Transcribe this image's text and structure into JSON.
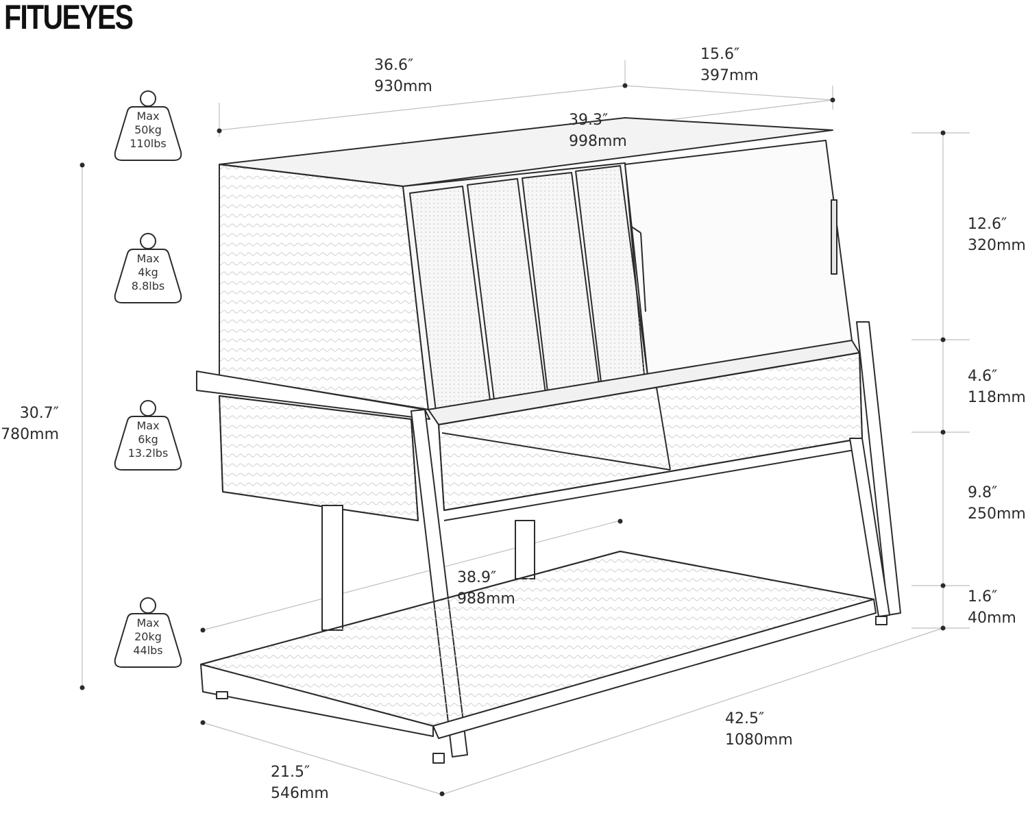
{
  "brand": {
    "part1": "FITU",
    "part2": "EYES"
  },
  "dimensions": {
    "width_top": {
      "in": "36.6″",
      "mm": "930mm"
    },
    "depth_top": {
      "in": "15.6″",
      "mm": "397mm"
    },
    "inner_width_top": {
      "in": "39.3″",
      "mm": "998mm"
    },
    "total_height": {
      "in": "30.7″",
      "mm": "780mm"
    },
    "upper_section": {
      "in": "12.6″",
      "mm": "320mm"
    },
    "middle_section": {
      "in": "4.6″",
      "mm": "118mm"
    },
    "lower_section": {
      "in": "9.8″",
      "mm": "250mm"
    },
    "foot_height": {
      "in": "1.6″",
      "mm": "40mm"
    },
    "inner_width_bottom": {
      "in": "38.9″",
      "mm": "988mm"
    },
    "width_bottom": {
      "in": "42.5″",
      "mm": "1080mm"
    },
    "depth_bottom": {
      "in": "21.5″",
      "mm": "546mm"
    }
  },
  "weights": [
    {
      "label": "Max",
      "kg": "50kg",
      "lbs": "110lbs",
      "icon": "weight-icon"
    },
    {
      "label": "Max",
      "kg": "4kg",
      "lbs": "8.8lbs",
      "icon": "weight-icon"
    },
    {
      "label": "Max",
      "kg": "6kg",
      "lbs": "13.2lbs",
      "icon": "weight-icon"
    },
    {
      "label": "Max",
      "kg": "20kg",
      "lbs": "44lbs",
      "icon": "weight-icon"
    }
  ],
  "colors": {
    "line": "#2b2b2b",
    "wood": "#efefef",
    "metal": "#3a3a3a"
  }
}
